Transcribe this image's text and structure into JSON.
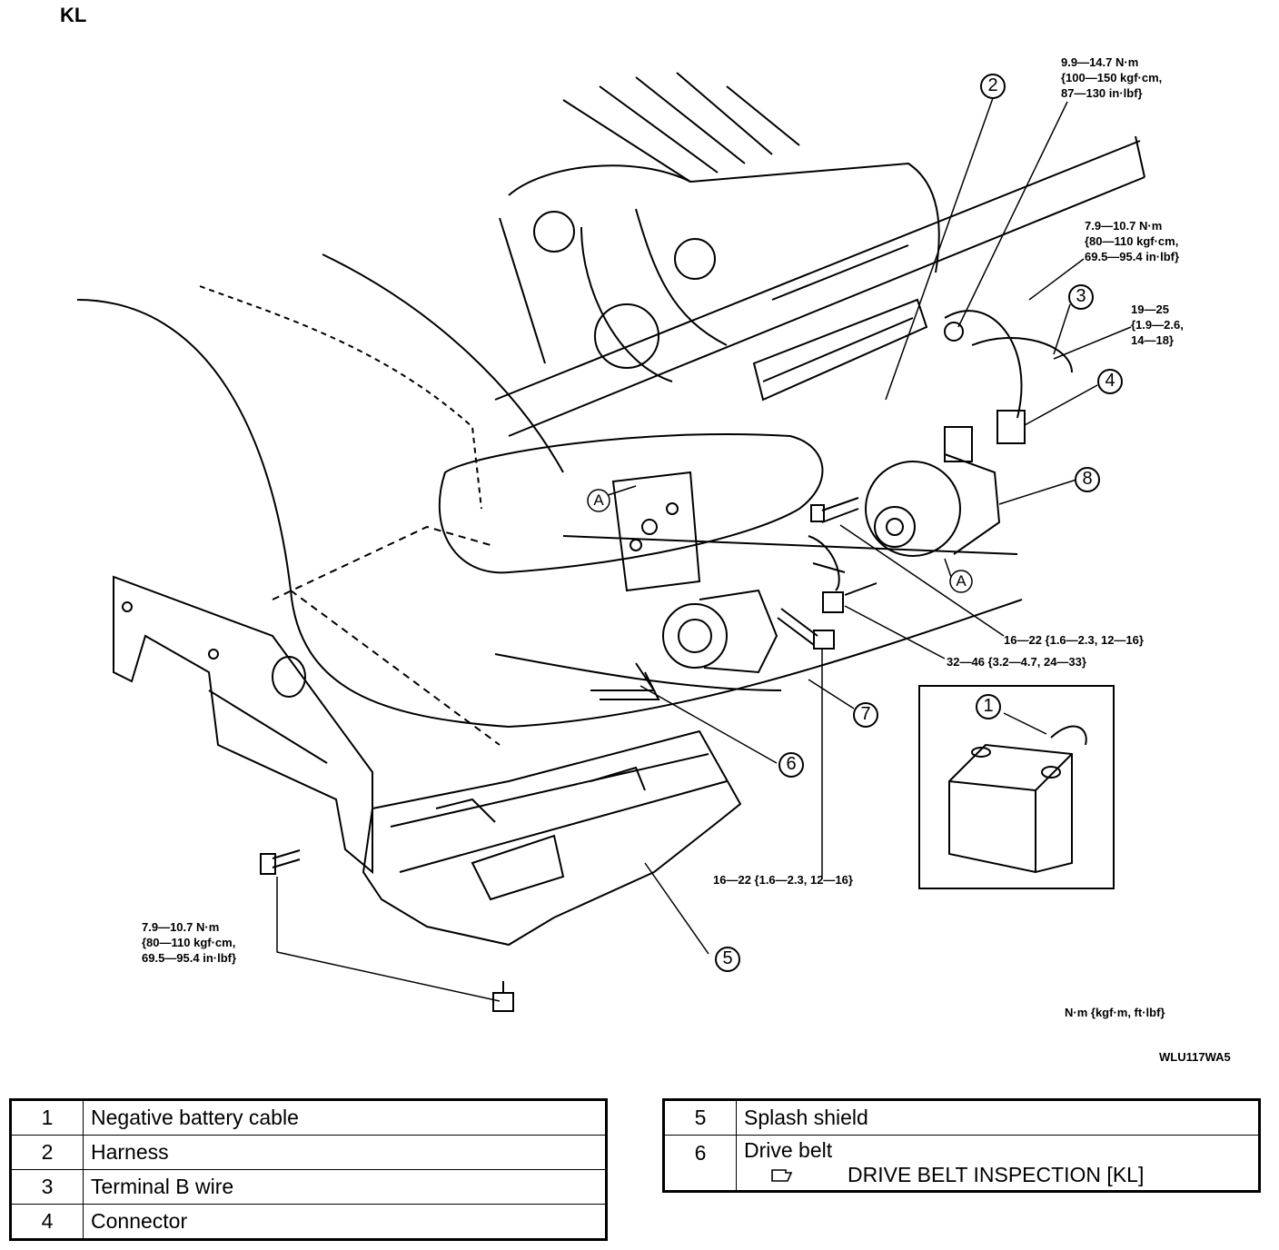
{
  "heading": "KL",
  "figure_code": "WLU117WA5",
  "unit_note": "N·m {kgf·m, ft·lbf}",
  "callouts": [
    "1",
    "2",
    "3",
    "4",
    "5",
    "6",
    "7",
    "8"
  ],
  "view_marker": "A",
  "torques": {
    "t_top": [
      "9.9—14.7 N·m",
      "{100—150 kgf·cm,",
      "87—130 in·lbf}"
    ],
    "t_right": [
      "7.9—10.7 N·m",
      "{80—110 kgf·cm,",
      "69.5—95.4 in·lbf}"
    ],
    "t_terminal": [
      "19—25",
      "{1.9—2.6,",
      "14—18}"
    ],
    "t_mid1": "16—22 {1.6—2.3, 12—16}",
    "t_mid2": "32—46 {3.2—4.7, 24—33}",
    "t_lower": "16—22 {1.6—2.3, 12—16}",
    "t_left": [
      "7.9—10.7 N·m",
      "{80—110 kgf·cm,",
      "69.5—95.4 in·lbf}"
    ]
  },
  "legend_left": [
    {
      "num": "1",
      "label": "Negative battery cable"
    },
    {
      "num": "2",
      "label": "Harness"
    },
    {
      "num": "3",
      "label": "Terminal B wire"
    },
    {
      "num": "4",
      "label": "Connector"
    }
  ],
  "legend_right": [
    {
      "num": "5",
      "label": "Splash shield"
    },
    {
      "num": "6",
      "label": "Drive belt",
      "ref": "DRIVE BELT INSPECTION [KL]"
    }
  ]
}
